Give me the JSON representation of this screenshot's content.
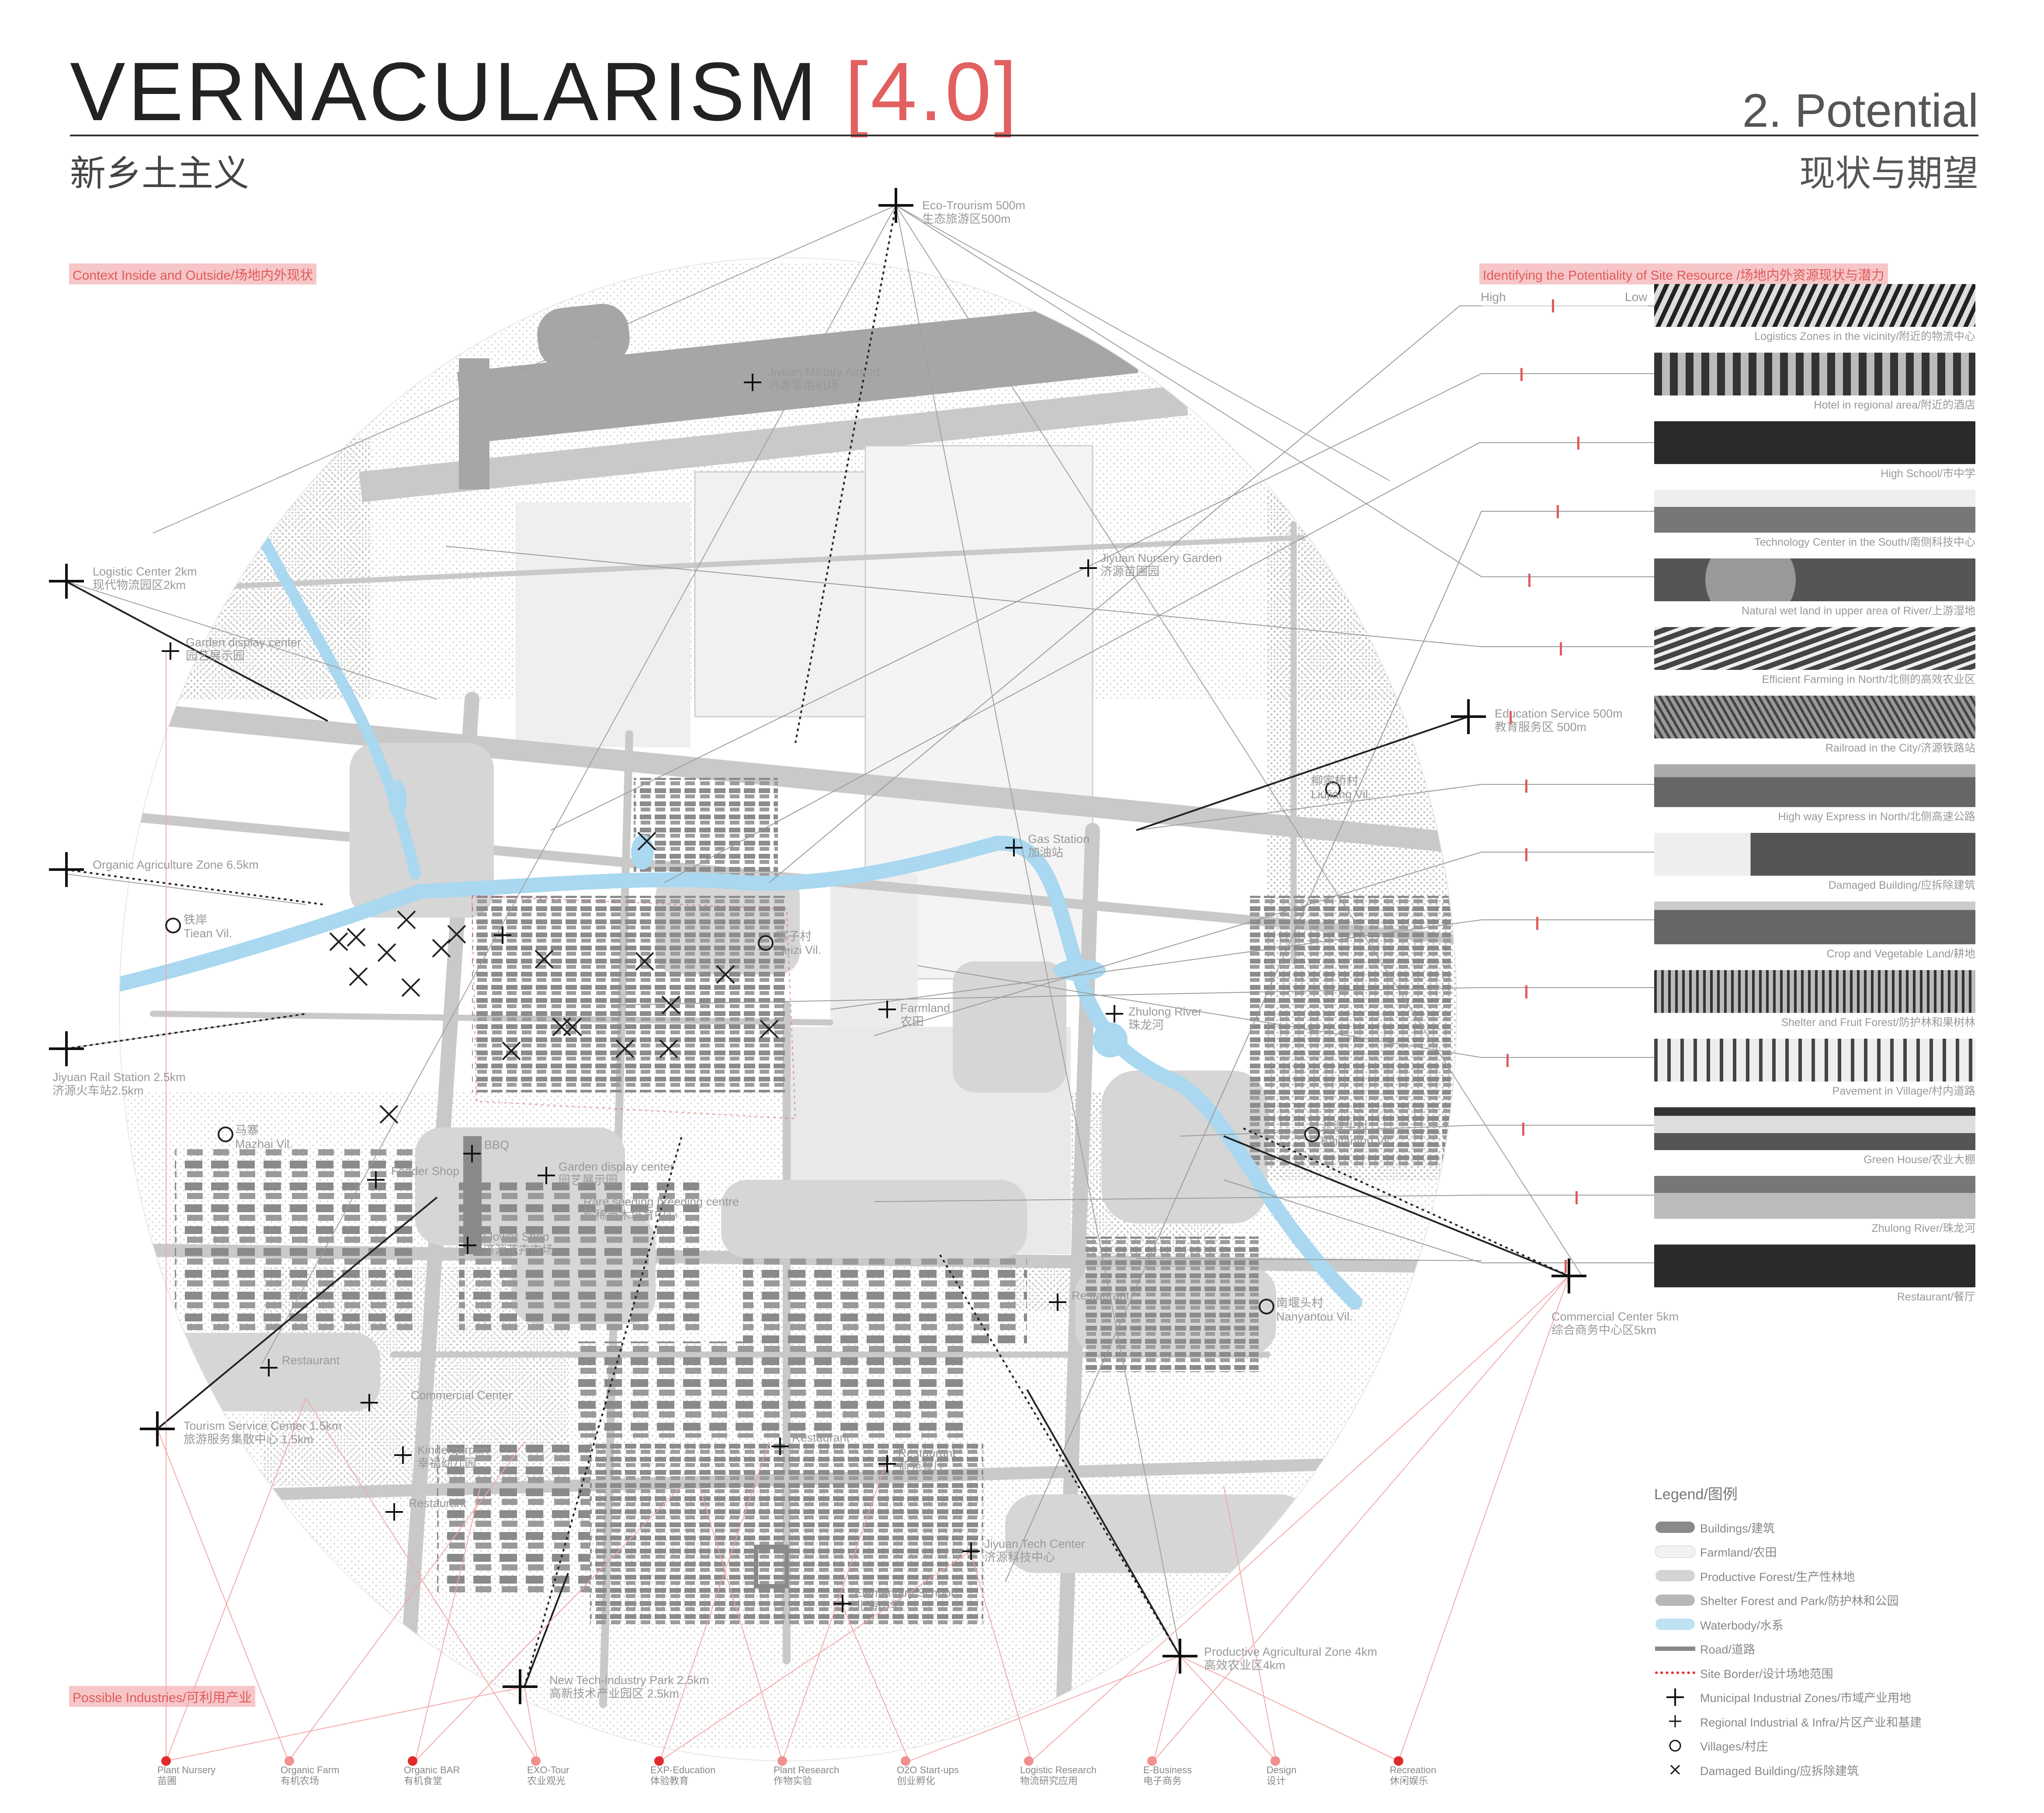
{
  "header": {
    "title_main": "VERNACULARISM",
    "title_version": "[4.0]",
    "title_cn": "新乡土主义",
    "section": "2. Potential",
    "section_cn": "现状与期望"
  },
  "section_labels": {
    "context": "Context Inside and Outside/场地内外现状",
    "identify": "Identifying the Potentiality of Site Resource /场地内外资源现状与潜力",
    "industries": "Possible Industries/可利用产业",
    "high": "High",
    "low": "Low"
  },
  "map_labels": {
    "eco_tourism": "Eco-Trourism 500m",
    "eco_tourism_cn": "生态旅游区500m",
    "military_airport": "Jiyuan Military Airport",
    "military_airport_cn": "济源军用机场",
    "nursery_garden": "Jiyuan Nursery Garden",
    "nursery_garden_cn": "济源苗圃园",
    "logistic_center": "Logistic Center 2km",
    "logistic_center_cn": "现代物流园区2km",
    "garden_display": "Garden display center",
    "garden_display_cn": "园艺展示园",
    "education_service": "Education Service 500m",
    "education_service_cn": "教育服务区 500m",
    "organic_zone": "Organic Agriculture Zone 6.5km",
    "tiean": "Tiean Vil.",
    "tiean_cn": "铁岸",
    "rail_station": "Jiyuan Rail Station 2.5km",
    "rail_station_cn": "济源火车站2.5km",
    "liujiang": "Liujiang Vil.",
    "liujiang_cn": "柳家桥村",
    "gas_station": "Gas Station",
    "gas_station_cn": "加油站",
    "seizi": "Seizi Vil.",
    "seizi_cn": "塞子村",
    "farmland": "Farmland",
    "farmland_cn": "农田",
    "zhulong": "Zhulong River",
    "zhulong_cn": "珠龙河",
    "mazhai": "Mazhai Vil.",
    "mazhai_cn": "马寨",
    "baiyantou": "Baiyantou Vil.",
    "baiyantou_cn": "北堰头村",
    "commercial_center": "Commercial Center 5km",
    "commercial_center_cn": "综合商务中心区5km",
    "bbq": "BBQ",
    "fodder": "Fodder Shop",
    "garden_display2": "Garden display center",
    "garden_display2_cn": "园艺展示园",
    "rare_seeding": "Rare seeding breeding centre",
    "rare_seeding_cn": "珍稀苗木培育中心",
    "flower_shop": "Flower Shop",
    "flower_shop_cn": "济源花卉市场",
    "nanyantou": "Nanyantou Vil.",
    "nanyantou_cn": "南堰头村",
    "restaurant": "Restaurant",
    "tourism_service": "Tourism Service Center 1.5km",
    "tourism_service_cn": "旅游服务集散中心 1.5km",
    "commercial_small": "Commercial Center",
    "kindergarden": "Kindergarden",
    "kindergarden_cn": "幸福幼儿园",
    "restaurant_cn_1": "荷苑餐厅",
    "tech_center": "Jiyuan Tech Center",
    "tech_center_cn": "济源科技中心",
    "elementary": "Elementary School",
    "elementary_cn": "北海小学",
    "new_tech": "New Tech-industry Park 2.5km",
    "new_tech_cn": "高新技术产业园区 2.5km",
    "productive_zone": "Productive Agricultural Zone 4km",
    "productive_zone_cn": "高效农业区4km"
  },
  "resources": [
    {
      "caption": "Logistics Zones in the vicinity/附近的物流中心",
      "rating": 0.42
    },
    {
      "caption": "Hotel in regional area/附近的酒店",
      "rating": 0.22
    },
    {
      "caption": "High School/市中学",
      "rating": 0.58
    },
    {
      "caption": "Technology Center in the South/南侧科技中心",
      "rating": 0.45
    },
    {
      "caption": "Natural wet land in upper area of River/上游湿地",
      "rating": 0.27
    },
    {
      "caption": "Efficient Farming in North/北侧的高效农业区",
      "rating": 0.47
    },
    {
      "caption": "Railroad in the City/济源铁路站",
      "rating": 0.15
    },
    {
      "caption": "High way Express in North/北侧高速公路",
      "rating": 0.25
    },
    {
      "caption": "Damaged Building/应拆除建筑",
      "rating": 0.25
    },
    {
      "caption": "Crop and Vegetable Land/耕地",
      "rating": 0.32
    },
    {
      "caption": "Shelter and Fruit Forest/防护林和果树林",
      "rating": 0.25
    },
    {
      "caption": "Pavement in Village/村内道路",
      "rating": 0.13
    },
    {
      "caption": "Green House/农业大棚",
      "rating": 0.23
    },
    {
      "caption": "Zhulong River/珠龙河",
      "rating": 0.57
    },
    {
      "caption": "Restaurant/餐厅",
      "rating": 0.5
    }
  ],
  "legend": {
    "title": "Legend/图例",
    "items": [
      {
        "label": "Buildings/建筑",
        "kind": "buildings"
      },
      {
        "label": "Farmland/农田",
        "kind": "farmland"
      },
      {
        "label": "Productive Forest/生产性林地",
        "kind": "productive"
      },
      {
        "label": "Shelter Forest and Park/防护林和公园",
        "kind": "shelter"
      },
      {
        "label": "Waterbody/水系",
        "kind": "water"
      },
      {
        "label": "Road/道路",
        "kind": "road"
      },
      {
        "label": "Site Border/设计场地范围",
        "kind": "border"
      },
      {
        "label": "Municipal Industrial Zones/市域产业用地",
        "kind": "cross-big"
      },
      {
        "label": "Regional Industrial & Infra/片区产业和基建",
        "kind": "cross-small"
      },
      {
        "label": "Villages/村庄",
        "kind": "circle"
      },
      {
        "label": "Damaged Building/应拆除建筑",
        "kind": "x"
      }
    ]
  },
  "industries": [
    {
      "en": "Plant Nursery",
      "cn": "苗圃",
      "color": "#e02b2b"
    },
    {
      "en": "Organic Farm",
      "cn": "有机农场",
      "color": "#f09090"
    },
    {
      "en": "Organic BAR",
      "cn": "有机食堂",
      "color": "#e02b2b"
    },
    {
      "en": "EXO-Tour",
      "cn": "农业观光",
      "color": "#f09090"
    },
    {
      "en": "EXP-Education",
      "cn": "体验教育",
      "color": "#e02b2b"
    },
    {
      "en": "Plant Research",
      "cn": "作物实验",
      "color": "#f09090"
    },
    {
      "en": "O2O Start-ups",
      "cn": "创业孵化",
      "color": "#f09090"
    },
    {
      "en": "Logistic Research",
      "cn": "物流研究应用",
      "color": "#f09090"
    },
    {
      "en": "E-Business",
      "cn": "电子商务",
      "color": "#f09090"
    },
    {
      "en": "Design",
      "cn": "设计",
      "color": "#f09090"
    },
    {
      "en": "Recreation",
      "cn": "休闲娱乐",
      "color": "#e02b2b"
    }
  ],
  "colors": {
    "accent": "#e05a5a",
    "water": "#a9d8f0",
    "building": "#8a8a8a",
    "road": "#c9c9c9"
  }
}
